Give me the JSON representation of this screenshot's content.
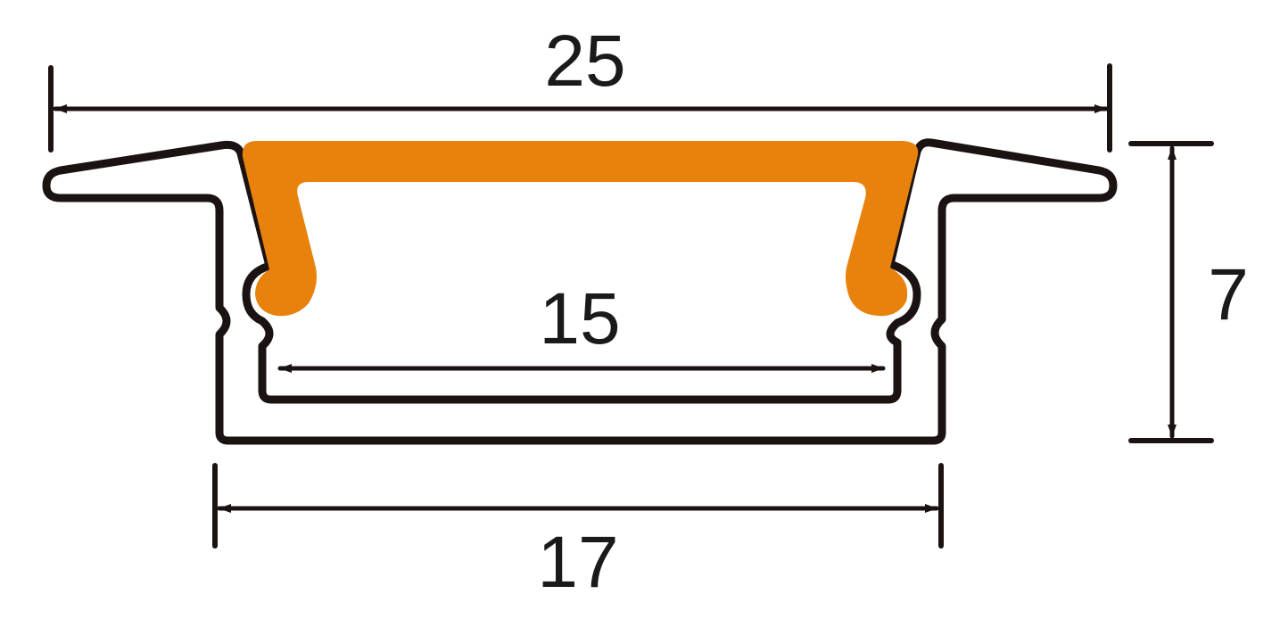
{
  "dimensions": {
    "overall_width": "25",
    "inner_width": "15",
    "height": "7",
    "base_width": "17"
  },
  "colors": {
    "outline": "#1a1311",
    "diffuser": "#e8820c",
    "background": "#ffffff"
  }
}
